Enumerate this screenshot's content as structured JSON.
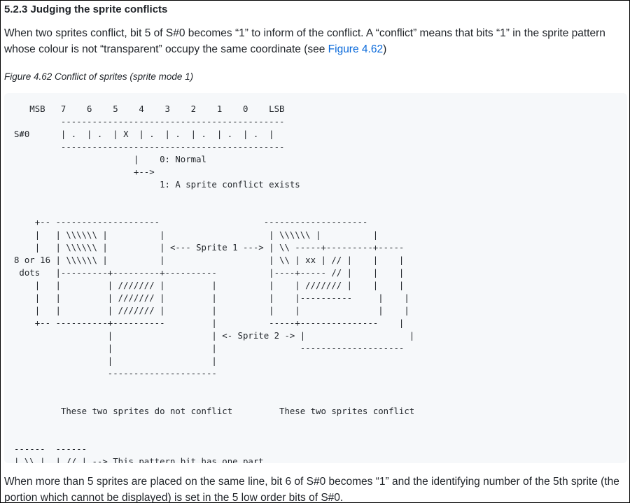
{
  "section": {
    "heading": "5.2.3 Judging the sprite conflicts",
    "para1_text": "When two sprites conflict, bit 5 of S#0 becomes “1” to inform of the conflict. A “conflict” means that bits “1” in the sprite pattern whose colour is not “transparent” occupy the same coordinate (see ",
    "para1_link": "Figure 4.62",
    "para1_end": ")",
    "figure_caption": "Figure 4.62 Conflict of sprites (sprite mode 1)",
    "diagram": "   MSB   7    6    5    4    3    2    1    0    LSB\n         -------------------------------------------\nS#0      | .  | .  | X  | .  | .  | .  | .  | .  |\n         -------------------------------------------\n                       |    0: Normal\n                       +-->\n                            1: A sprite conflict exists\n\n\n    +-- --------------------                    --------------------\n    |   | \\\\\\\\\\\\ |          |                    | \\\\\\\\\\\\ |          |\n    |   | \\\\\\\\\\\\ |          | <--- Sprite 1 ---> | \\\\ -----+---------+-----\n8 or 16 | \\\\\\\\\\\\ |          |                    | \\\\ | xx | // |    |    |\n dots   |---------+---------+----------          |----+----- // |    |    |\n    |   |         | /////// |         |          |    | /////// |    |    |\n    |   |         | /////// |         |          |    |----------     |    |\n    |   |         | /////// |         |          |    |               |    |\n    +-- ----------+----------         |          -----+---------------    |\n                  |                   | <- Sprite 2 -> |                    |\n                  |                   |                --------------------\n                  |                   |\n                  ---------------------\n\n\n         These two sprites do not conflict         These two sprites conflict\n\n\n------  ------\n| \\\\ |  | // | --> This pattern bit has one part\n------  ------",
    "para2": "When more than 5 sprites are placed on the same line, bit 6 of S#0 becomes “1” and the identifying number of the 5th sprite (the portion which cannot be displayed) is set in the 5 low order bits of S#0."
  }
}
